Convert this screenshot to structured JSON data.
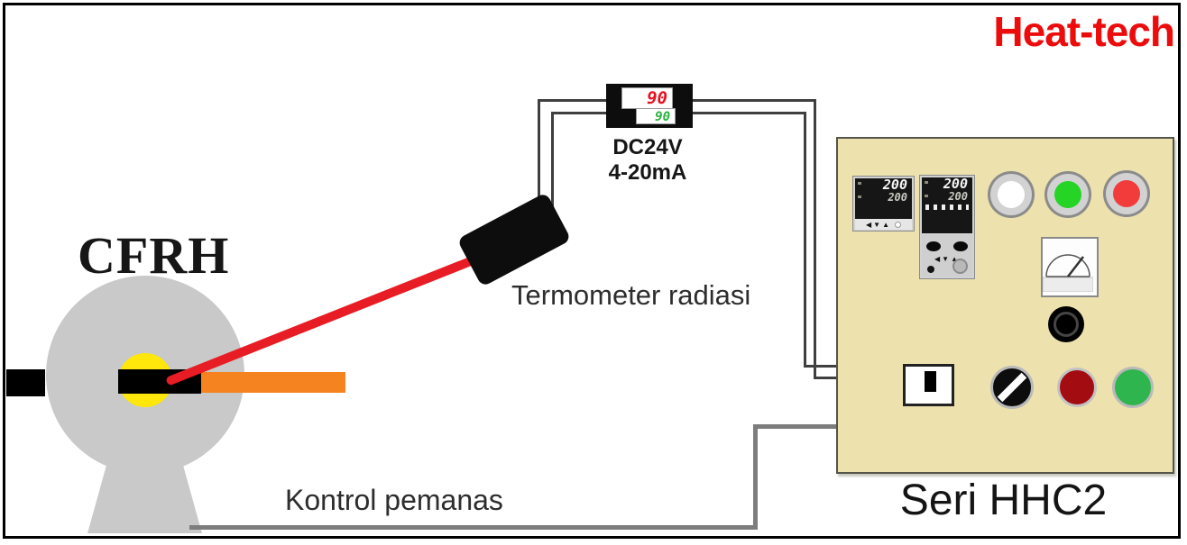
{
  "brand": "Heat-tech",
  "heater": {
    "label": "CFRH"
  },
  "transmitter": {
    "red_reading": "90",
    "green_reading": "90",
    "spec_line1": "DC24V",
    "spec_line2": "4-20mA"
  },
  "sensor": {
    "label": "Termometer radiasi"
  },
  "control_wire": {
    "label": "Kontrol pemanas"
  },
  "panel": {
    "label": "Seri HHC2",
    "controller_small": {
      "pv": "200",
      "sv": "200",
      "keys": "◀▼▲"
    },
    "controller_large": {
      "pv": "200",
      "sv": "200",
      "keys": "◀▼▲"
    },
    "indicator_lamps": [
      {
        "name": "white-lamp",
        "color": "#ffffff"
      },
      {
        "name": "green-lamp",
        "color": "#26d426"
      },
      {
        "name": "red-lamp",
        "color": "#f23b3b"
      }
    ],
    "controls": [
      {
        "name": "analog-meter"
      },
      {
        "name": "black-connector"
      },
      {
        "name": "rocker-switch"
      },
      {
        "name": "rotary-selector"
      },
      {
        "name": "dark-red-button",
        "color": "#a30d12"
      },
      {
        "name": "green-button",
        "color": "#2fb54e"
      }
    ]
  },
  "colors": {
    "logo_red": "#ec0c0c",
    "beam_red": "#e81c24",
    "panel_beige": "#ede2ad",
    "heater_gray": "#c9c9c9",
    "core_yellow": "#ffe70c",
    "rod_orange": "#f5831f",
    "digit_red": "#e8101f",
    "digit_green": "#27b33e"
  }
}
